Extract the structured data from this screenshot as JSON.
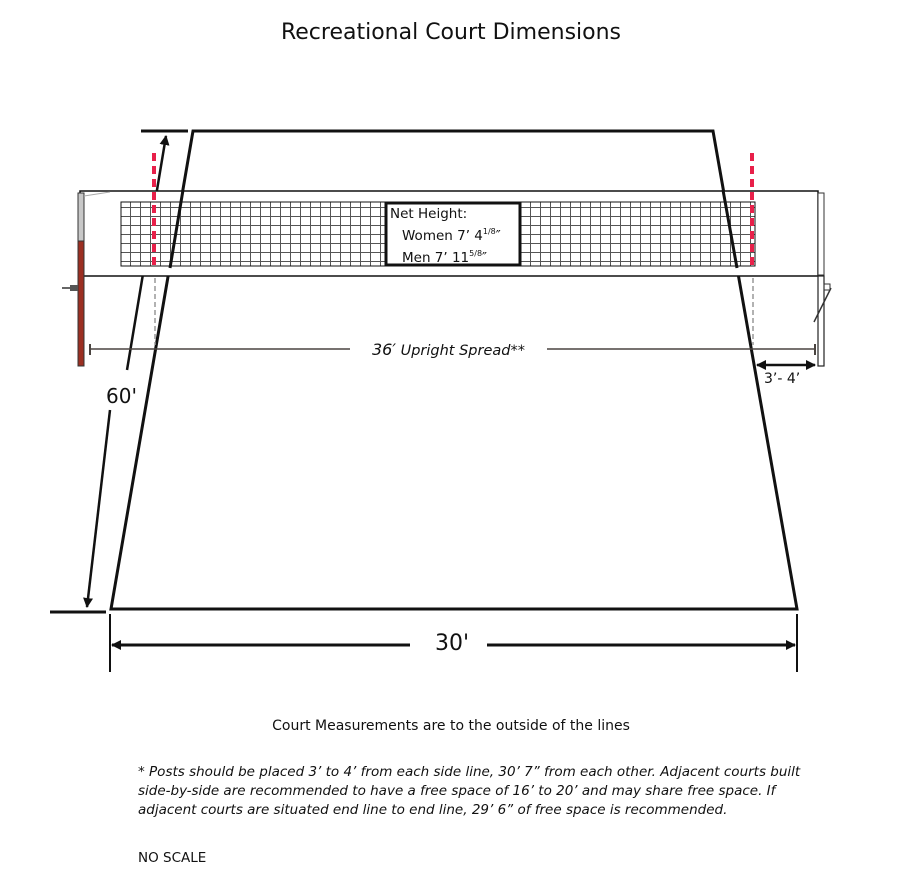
{
  "title": "Recreational Court Dimensions",
  "dimensions": {
    "length_label": "60'",
    "width_label": "30'",
    "post_offset_label": "3’- 4’",
    "upright_spread_number": "36′",
    "upright_spread_text": "Upright Spread**"
  },
  "net_height": {
    "heading": "Net Height:",
    "women_label": "Women 7’ 4",
    "women_fraction": "1/8",
    "men_label": "Men 7’ 11",
    "men_fraction": "5/8",
    "inch_mark": "″"
  },
  "measurement_note": "Court Measurements are to the outside of the lines",
  "footnote": "* Posts should be placed 3’ to 4’ from each side line, 30’ 7” from each other. Adjacent courts built side-by-side are recommended to have a free space of 16’ to 20’ and may share free space.  If adjacent courts are situated end line to end line, 29’ 6” of free space is recommended.",
  "scale_note": "NO SCALE",
  "colors": {
    "line": "#111111",
    "post": "#9b2f22",
    "antenna": "#e8204a",
    "spread_line": "#4a4440"
  }
}
